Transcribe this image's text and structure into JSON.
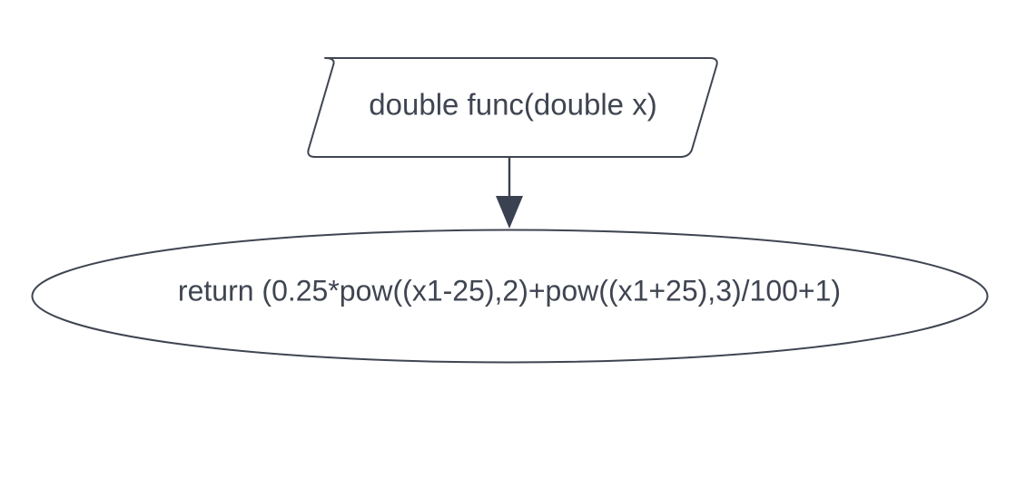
{
  "diagram": {
    "title": "function-flowchart",
    "background_color": "#ffffff",
    "stroke_color": "#3f4551",
    "arrow_color": "#3a4150",
    "text_color": "#3f4551",
    "nodes": [
      {
        "id": "func-signature",
        "shape": "parallelogram",
        "label": "double func(double x)"
      },
      {
        "id": "return-statement",
        "shape": "ellipse",
        "label": "return (0.25*pow((x1-25),2)+pow((x1+25),3)/100+1)"
      }
    ],
    "edges": [
      {
        "id": "signature-to-return",
        "from": "func-signature",
        "to": "return-statement",
        "label": "",
        "arrow": "down-filled-triangle"
      }
    ]
  }
}
